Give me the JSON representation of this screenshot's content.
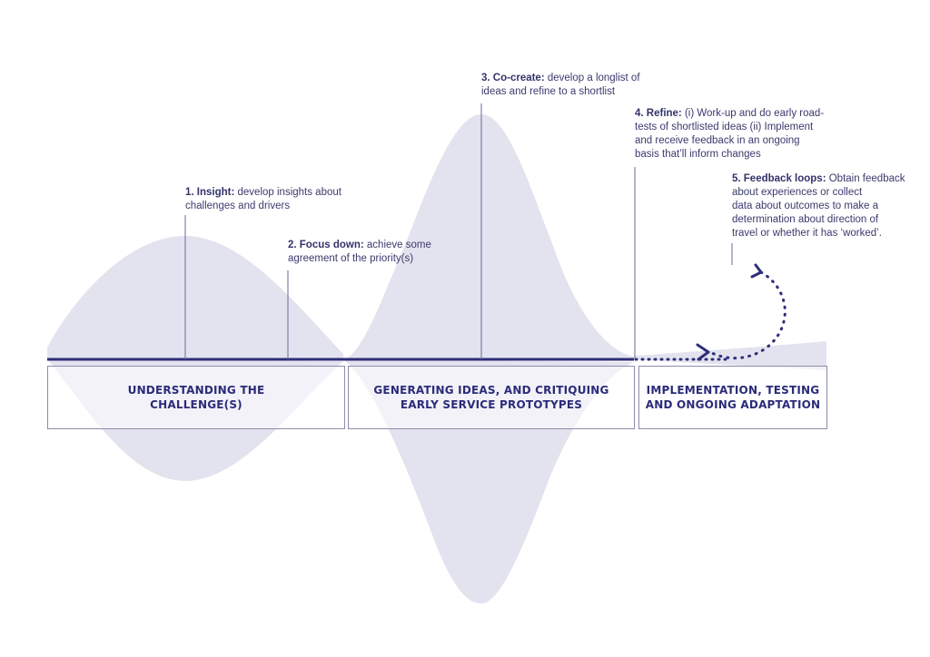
{
  "annotations": [
    {
      "id": "insight",
      "title": "1. Insight:",
      "body": "develop insights about\nchallenges and drivers"
    },
    {
      "id": "focus",
      "title": "2. Focus down:",
      "body": "achieve some\nagreement of the priority(s)"
    },
    {
      "id": "cocreate",
      "title": "3. Co-create:",
      "body": "develop a longlist of\nideas and refine to a shortlist"
    },
    {
      "id": "refine",
      "title": "4. Refine:",
      "body": "(i) Work-up and do early road-\ntests of shortlisted ideas (ii) Implement\nand receive feedback in an ongoing\nbasis that’ll inform changes"
    },
    {
      "id": "feedback",
      "title": "5. Feedback loops:",
      "body": "Obtain feedback\nabout experiences or collect\ndata about outcomes to make a\ndetermination about direction of\ntravel or whether it has ‘worked’."
    }
  ],
  "stages": [
    {
      "id": "understanding",
      "label": "UNDERSTANDING THE\nCHALLENGE(S)"
    },
    {
      "id": "generating",
      "label": "GENERATING IDEAS, AND CRITIQUING\nEARLY SERVICE PROTOTYPES"
    },
    {
      "id": "implementation",
      "label": "IMPLEMENTATION, TESTING\nAND ONGOING ADAPTATION"
    }
  ],
  "colors": {
    "fill": "#e3e3ef",
    "line": "#2e2e7a",
    "text": "#33336b",
    "leader": "#6a6a96"
  }
}
